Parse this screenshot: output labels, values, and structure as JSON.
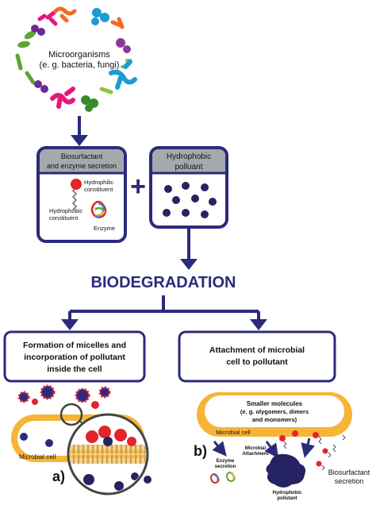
{
  "microorganisms": {
    "line1": "Microorganisms",
    "line2": "(e. g. bacteria, fungi)"
  },
  "box_secretion": {
    "header_line1": "Biosurfactant",
    "header_line2": "and enzyme secretion",
    "hydrophilic_line1": "Hydrophilic",
    "hydrophilic_line2": "constituent",
    "hydrophobic_line1": "Hydrophobic",
    "hydrophobic_line2": "constituent",
    "enzyme": "Enzyme"
  },
  "plus_sign": "+",
  "box_pollutant": {
    "header_line1": "Hydrophobic",
    "header_line2": "polluant"
  },
  "biodegradation": "BIODEGRADATION",
  "box_micelles": {
    "line1": "Formation of micelles and",
    "line2": "incorporation of pollutant",
    "line3": "inside the cell"
  },
  "box_attachment": {
    "line1": "Attachment of microbial",
    "line2": "cell to pollutant"
  },
  "panel_a": {
    "cell_label": "Microbial cell",
    "letter": "a)"
  },
  "panel_b": {
    "smaller_line1": "Smaller molecules",
    "smaller_line2": "(e. g. olygomers, dimers",
    "smaller_line3": "and monomers)",
    "cell_label": "Microbial cell",
    "letter": "b)",
    "enzyme_line1": "Enzyme",
    "enzyme_line2": "secretion",
    "attach_line1": "Microbial",
    "attach_line2": "Attachment",
    "pollutant_line1": "Hydrophobic",
    "pollutant_line2": "pollutant",
    "biosurf_line1": "Biosurfactant",
    "biosurf_line2": "secretion"
  },
  "colors": {
    "navy": "#2b2a7c",
    "box_gray": "#a6a8ab",
    "cell_orange": "#f6b537",
    "micelle_red": "#e4242b",
    "pollutant_dot": "#262362"
  }
}
